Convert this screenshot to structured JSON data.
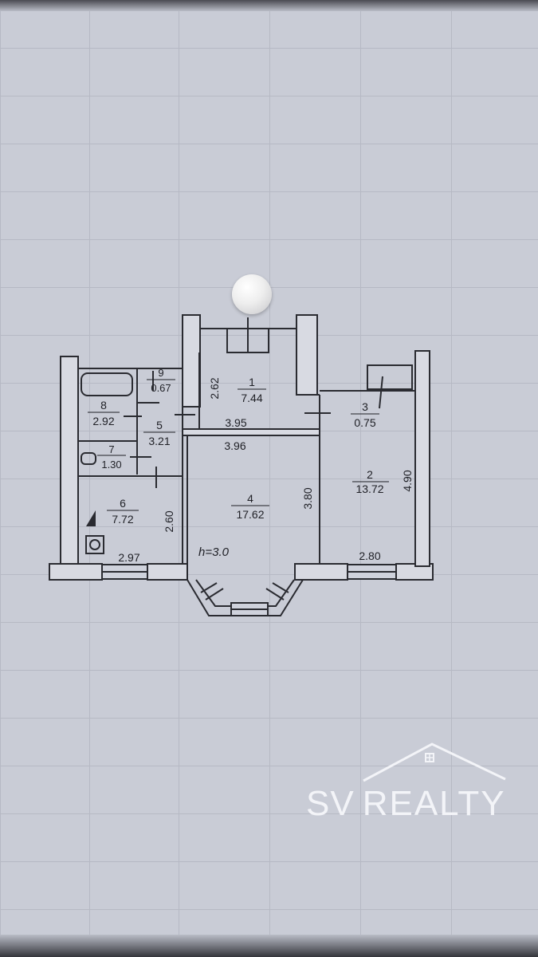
{
  "watermark": {
    "brand": "SV",
    "brand_suffix": "REALTY",
    "logo_icon": "house-roof-icon",
    "color": "#f3f4f8"
  },
  "marker_icon": "location-pin-icon",
  "rooms": [
    {
      "num": "1",
      "area": "7.44"
    },
    {
      "num": "2",
      "area": "13.72"
    },
    {
      "num": "3",
      "area": "0.75"
    },
    {
      "num": "4",
      "area": "17.62"
    },
    {
      "num": "5",
      "area": "3.21"
    },
    {
      "num": "6",
      "area": "7.72"
    },
    {
      "num": "7",
      "area": "1.30"
    },
    {
      "num": "8",
      "area": "2.92"
    },
    {
      "num": "9",
      "area": "0.67"
    }
  ],
  "dimensions": {
    "d_262": "2.62",
    "d_395": "3.95",
    "d_396": "3.96",
    "d_380": "3.80",
    "d_490": "4.90",
    "d_260": "2.60",
    "d_297": "2.97",
    "d_280": "2.80"
  },
  "ceiling_height": "h=3.0"
}
